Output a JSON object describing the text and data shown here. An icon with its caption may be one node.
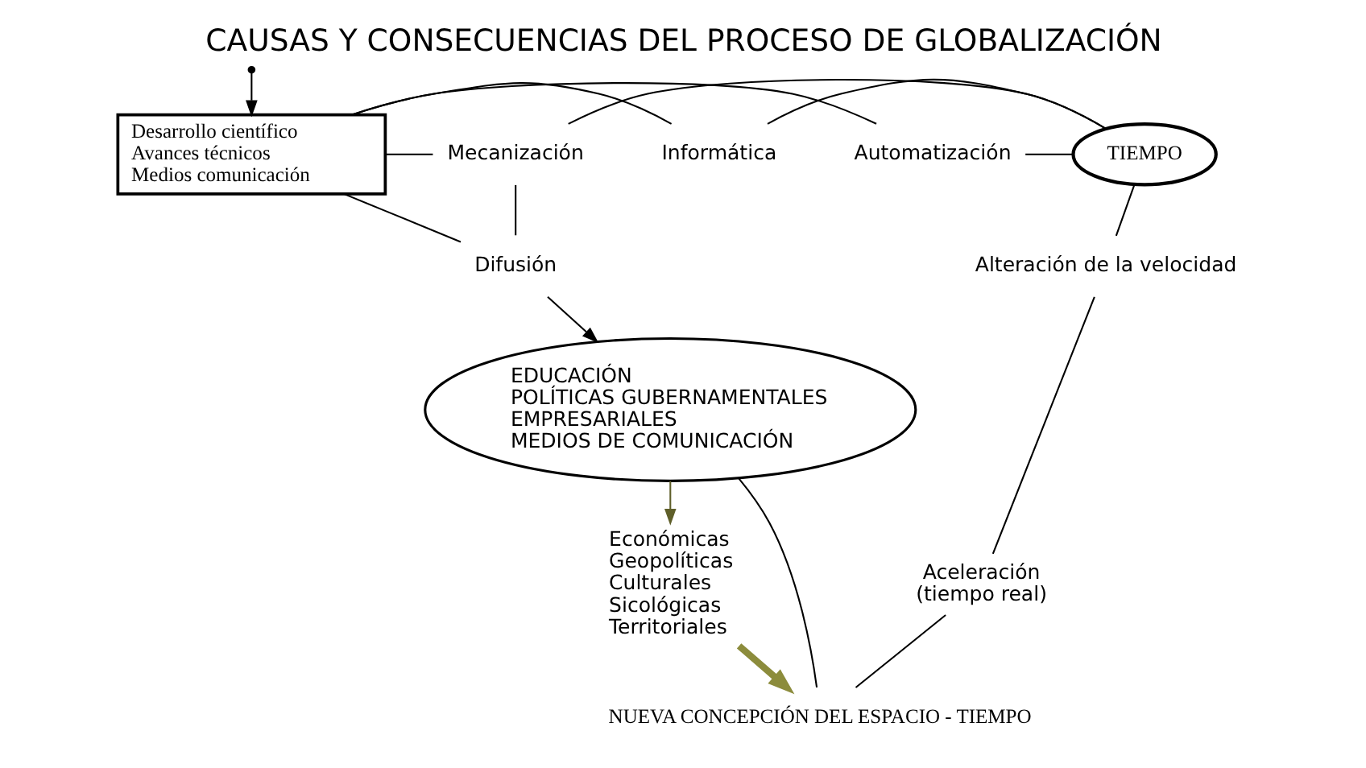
{
  "diagram": {
    "title": "CAUSAS Y CONSECUENCIAS DEL PROCESO DE GLOBALIZACIÓN",
    "nodes": [
      {
        "text": [
          "Desarrollo científico",
          "Avances técnicos",
          "Medios comunicación"
        ]
      },
      {
        "text": [
          "Informática"
        ]
      },
      {
        "text": [
          "Automatización"
        ]
      },
      {
        "text": [
          "Mecanización"
        ]
      },
      {
        "text": [
          "TIEMPO"
        ]
      },
      {
        "text": [
          "Difusión"
        ]
      },
      {
        "text": [
          "EDUCACIÓN",
          "POLÍTICAS GUBERNAMENTALES",
          "EMPRESARIALES",
          "MEDIOS DE COMUNICACIÓN"
        ]
      },
      {
        "text": [
          "Alteración de la velocidad"
        ]
      },
      {
        "text": [
          "Aceleración",
          "(tiempo real)"
        ]
      },
      {
        "text": [
          "Económicas",
          "Geopolíticas",
          "Culturales",
          "Sicológicas",
          "Territoriales"
        ]
      },
      {
        "text": [
          "NUEVA CONCEPCIÓN DEL ESPACIO - TIEMPO"
        ]
      }
    ],
    "edges": [
      {
        "from": null,
        "to": 0,
        "arrow": "to"
      },
      {
        "from": 0,
        "to": 1,
        "arrow": "none"
      },
      {
        "from": 0,
        "to": 2,
        "arrow": "none"
      },
      {
        "from": 0,
        "to": 3,
        "arrow": "none"
      },
      {
        "from": 1,
        "to": 4,
        "arrow": "none"
      },
      {
        "from": 2,
        "to": 4,
        "arrow": "none"
      },
      {
        "from": 3,
        "to": 4,
        "arrow": "none"
      },
      {
        "from": 0,
        "to": 5,
        "arrow": "none"
      },
      {
        "from": 3,
        "to": 5,
        "arrow": "none"
      },
      {
        "from": 5,
        "to": 6,
        "arrow": "to"
      },
      {
        "from": 6,
        "to": 9,
        "arrow": "to",
        "color": "#5f5f2a"
      },
      {
        "from": 9,
        "to": 10,
        "arrow": "to",
        "style": "thick",
        "color": "#8c8c3c"
      },
      {
        "from": 4,
        "to": 7,
        "arrow": "none"
      },
      {
        "from": 7,
        "to": 8,
        "arrow": "none"
      },
      {
        "from": 8,
        "to": 10,
        "arrow": "none"
      },
      {
        "from": 6,
        "to": 10,
        "arrow": "none"
      }
    ]
  }
}
